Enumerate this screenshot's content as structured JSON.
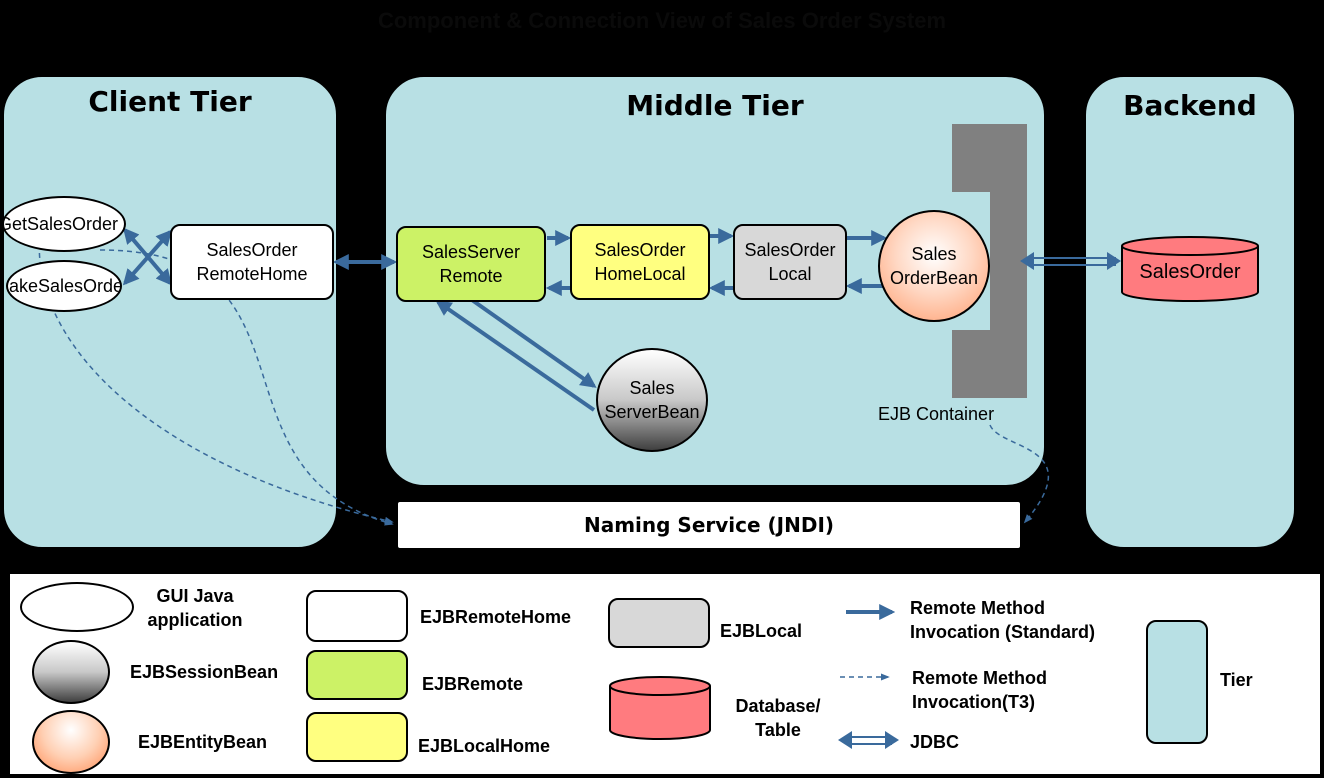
{
  "title": "Component & Connection View of Sales Order System",
  "tiers": {
    "client": "Client Tier",
    "middle": "Middle Tier",
    "backend": "Backend"
  },
  "components": {
    "get_sales_order": "GetSalesOrder",
    "make_sales_order": "MakeSalesOrder",
    "remote_home_l1": "SalesOrder",
    "remote_home_l2": "RemoteHome",
    "server_remote_l1": "SalesServer",
    "server_remote_l2": "Remote",
    "home_local_l1": "SalesOrder",
    "home_local_l2": "HomeLocal",
    "order_local_l1": "SalesOrder",
    "order_local_l2": "Local",
    "order_bean_l1": "Sales",
    "order_bean_l2": "OrderBean",
    "server_bean_l1": "Sales",
    "server_bean_l2": "ServerBean",
    "ejb_container": "EJB Container",
    "database": "SalesOrder",
    "naming_service": "Naming Service (JNDI)"
  },
  "legend": {
    "gui_l1": "GUI Java",
    "gui_l2": "application",
    "session_bean": "EJBSessionBean",
    "entity_bean": "EJBEntityBean",
    "remote_home": "EJBRemoteHome",
    "remote": "EJBRemote",
    "local_home": "EJBLocalHome",
    "local": "EJBLocal",
    "database_l1": "Database/",
    "database_l2": "Table",
    "rmi_std_l1": "Remote Method",
    "rmi_std_l2": "Invocation (Standard)",
    "rmi_t3_l1": "Remote Method",
    "rmi_t3_l2": "Invocation(T3)",
    "jdbc": "JDBC",
    "tier": "Tier"
  },
  "colors": {
    "tier": "#b8e0e4",
    "arrow": "#3a6a9c",
    "remote": "#ccf266",
    "local_home": "#ffff80",
    "local": "#d8d8d8",
    "database": "#ff7b7f",
    "container": "#808080"
  }
}
